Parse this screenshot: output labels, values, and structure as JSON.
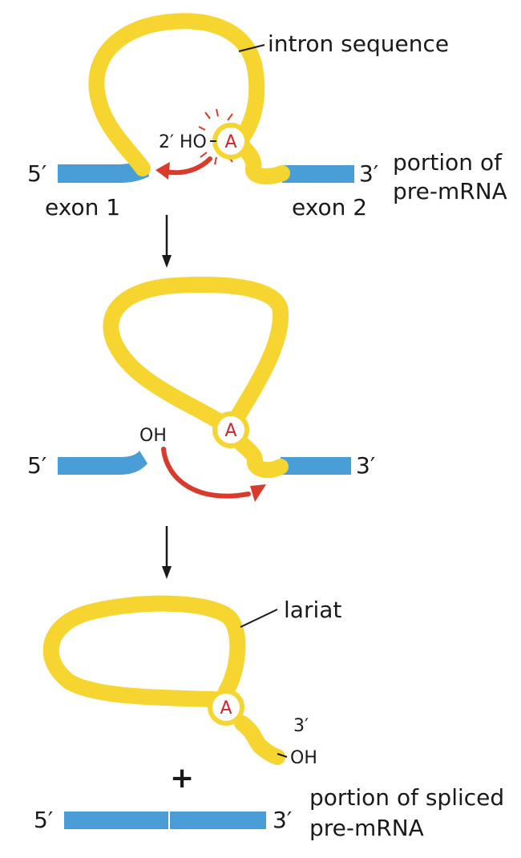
{
  "labels": {
    "intron_sequence": "intron sequence",
    "five_prime": "5′",
    "three_prime": "3′",
    "two_prime_ho": "2′ HO",
    "adenine": "A",
    "exon1": "exon 1",
    "exon2": "exon 2",
    "portion_of": "portion of",
    "pre_mrna": "pre-mRNA",
    "oh": "OH",
    "lariat": "lariat",
    "plus": "+",
    "portion_of_spliced": "portion of spliced"
  },
  "colors": {
    "intron": "#f7d531",
    "exon": "#4a9ed8",
    "reaction_arrow": "#d93a2b",
    "adenine_text": "#d2232a",
    "text": "#1a1a1a"
  }
}
